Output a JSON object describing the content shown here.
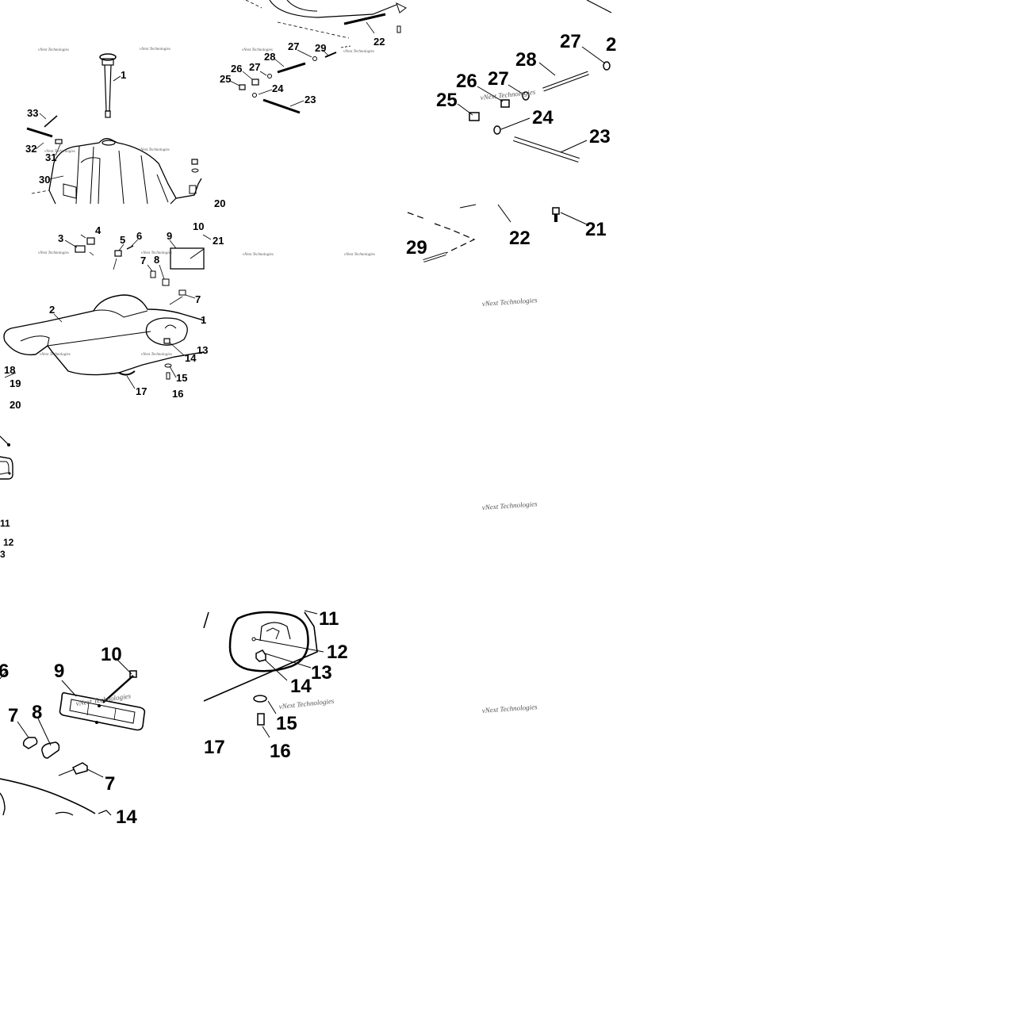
{
  "watermark": "vNext Technologies",
  "panels": [
    {
      "name": "fuel-tank-overview",
      "callouts": [
        "1",
        "33",
        "32",
        "31",
        "30"
      ]
    },
    {
      "name": "fuel-tank-hardware-small",
      "callouts": [
        "22",
        "28",
        "27",
        "29",
        "26",
        "27",
        "25",
        "24",
        "23"
      ]
    },
    {
      "name": "fuel-tank-hardware-detail",
      "callouts": [
        "27",
        "2",
        "28",
        "26",
        "27",
        "25",
        "24",
        "23",
        "22",
        "21",
        "29"
      ]
    },
    {
      "name": "seat-overview",
      "callouts": [
        "20",
        "3",
        "4",
        "5",
        "6",
        "9",
        "10",
        "21",
        "7",
        "8",
        "7",
        "2",
        "1",
        "14",
        "13",
        "15",
        "16",
        "17",
        "18",
        "19",
        "20"
      ]
    },
    {
      "name": "left-edge-detail",
      "callouts": [
        "11",
        "12",
        "3"
      ]
    },
    {
      "name": "taillight-detail",
      "callouts": [
        "6",
        "10",
        "9",
        "7",
        "8",
        "7",
        "14"
      ]
    },
    {
      "name": "seat-latch-detail",
      "callouts": [
        "11",
        "12",
        "13",
        "14",
        "15",
        "16",
        "17"
      ]
    }
  ]
}
